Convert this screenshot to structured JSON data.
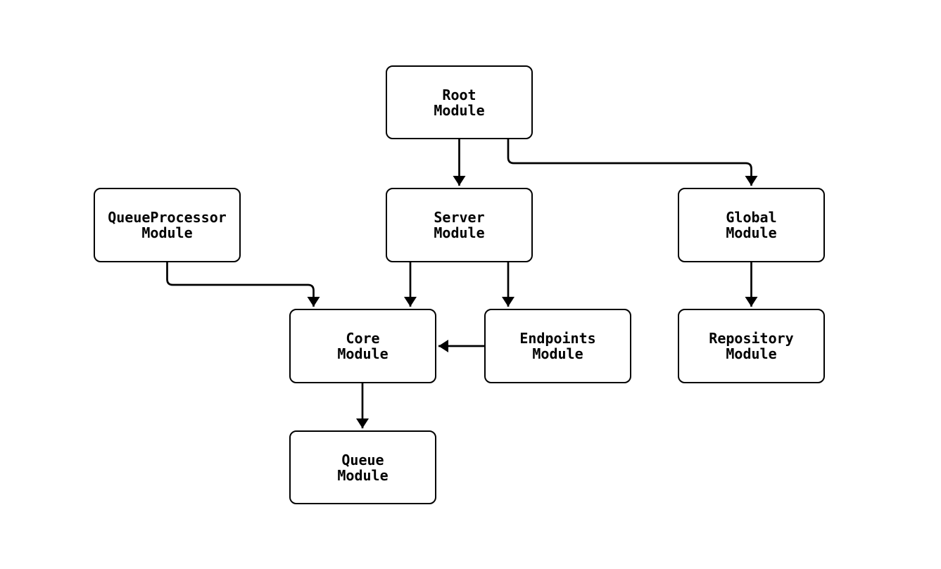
{
  "diagram": {
    "type": "module-dependency-graph",
    "colors": {
      "background": "#ffffff",
      "node_fill": "#ffffff",
      "stroke": "#000000",
      "text": "#000000"
    },
    "nodes": [
      {
        "id": "root",
        "label": "Root\nModule"
      },
      {
        "id": "queueprocessor",
        "label": "QueueProcessor\nModule"
      },
      {
        "id": "server",
        "label": "Server\nModule"
      },
      {
        "id": "global",
        "label": "Global\nModule"
      },
      {
        "id": "core",
        "label": "Core\nModule"
      },
      {
        "id": "endpoints",
        "label": "Endpoints\nModule"
      },
      {
        "id": "repository",
        "label": "Repository\nModule"
      },
      {
        "id": "queue",
        "label": "Queue\nModule"
      }
    ],
    "edges": [
      {
        "from": "Root Module",
        "to": "Server Module"
      },
      {
        "from": "Root Module",
        "to": "Global Module"
      },
      {
        "from": "QueueProcessor Module",
        "to": "Core Module"
      },
      {
        "from": "Server Module",
        "to": "Core Module"
      },
      {
        "from": "Server Module",
        "to": "Endpoints Module"
      },
      {
        "from": "Endpoints Module",
        "to": "Core Module"
      },
      {
        "from": "Global Module",
        "to": "Repository Module"
      },
      {
        "from": "Core Module",
        "to": "Queue Module"
      }
    ]
  }
}
